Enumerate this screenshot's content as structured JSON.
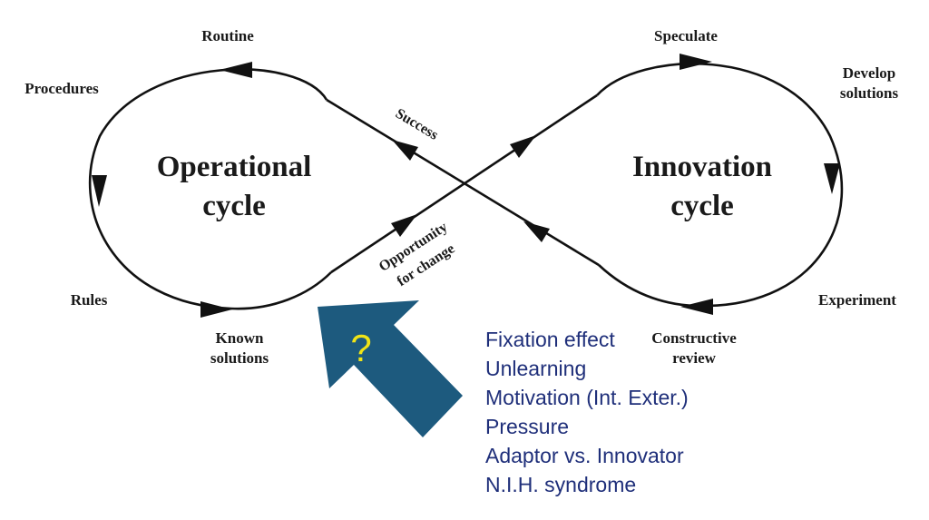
{
  "diagram": {
    "operational": {
      "title_line1": "Operational",
      "title_line2": "cycle",
      "labels": {
        "routine": "Routine",
        "procedures": "Procedures",
        "rules": "Rules",
        "known_line1": "Known",
        "known_line2": "solutions"
      }
    },
    "innovation": {
      "title_line1": "Innovation",
      "title_line2": "cycle",
      "labels": {
        "speculate": "Speculate",
        "develop_line1": "Develop",
        "develop_line2": "solutions",
        "experiment": "Experiment",
        "review_line1": "Constructive",
        "review_line2": "review"
      }
    },
    "paths": {
      "success": "Success",
      "opportunity_line1": "Opportunity",
      "opportunity_line2": "for change"
    },
    "callout": {
      "symbol": "?",
      "color": "#1d5a7e"
    },
    "factors": [
      "Fixation effect",
      "Unlearning",
      "Motivation (Int. Exter.)",
      "Pressure",
      "Adaptor vs. Innovator",
      "N.I.H. syndrome"
    ]
  }
}
